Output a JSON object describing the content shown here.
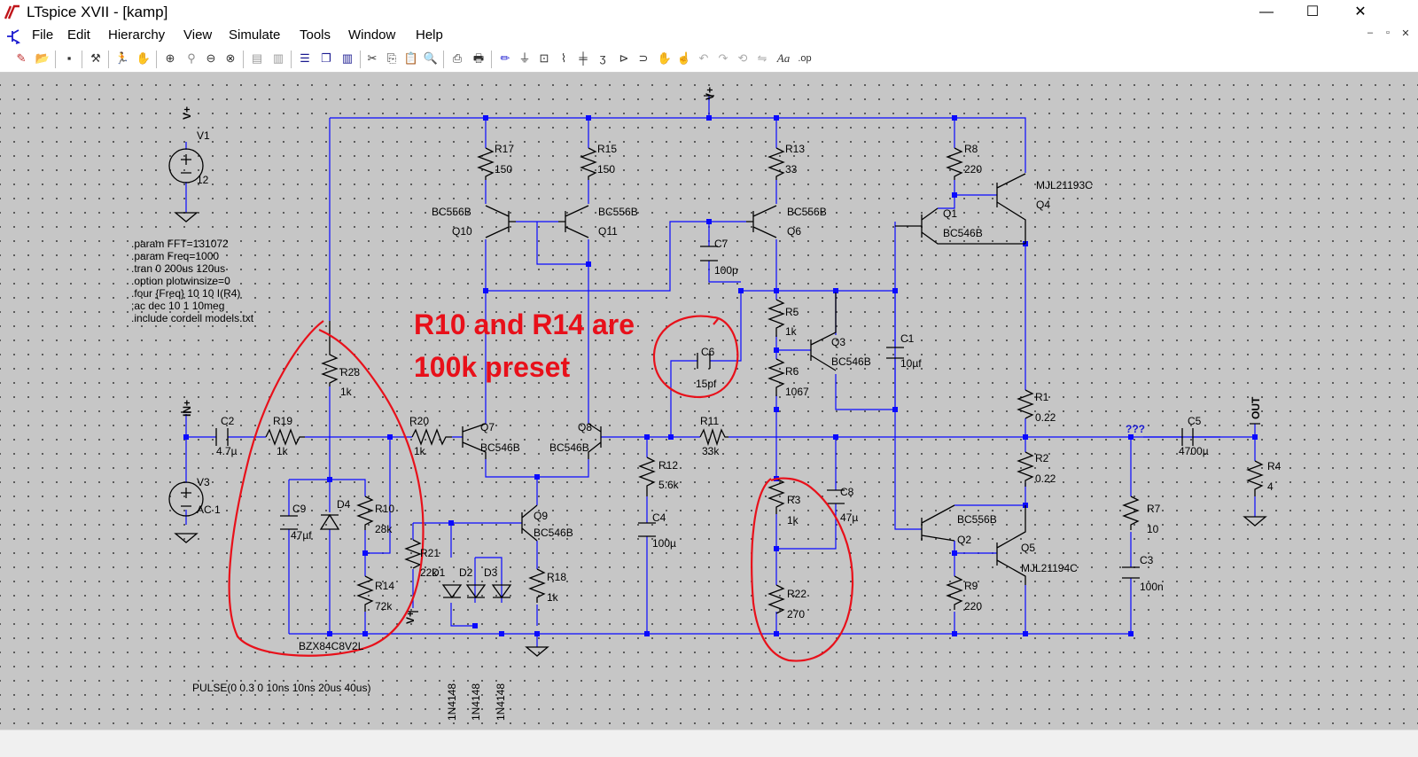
{
  "window": {
    "title": "LTspice XVII - [kamp]",
    "controls": {
      "minimize": "—",
      "maximize": "☐",
      "close": "✕"
    }
  },
  "menu": [
    "File",
    "Edit",
    "Hierarchy",
    "View",
    "Simulate",
    "Tools",
    "Window",
    "Help"
  ],
  "toolbar_icons": [
    "new-schematic-icon",
    "open-icon",
    "save-icon",
    "control-panel-icon",
    "run-icon",
    "halt-icon",
    "zoom-in-icon",
    "zoom-pan-icon",
    "zoom-out-icon",
    "zoom-fit-icon",
    "autorange-icon",
    "waveform-icon",
    "tile-horizontal-icon",
    "cascade-icon",
    "tile-vertical-icon",
    "cut-icon",
    "copy-icon",
    "paste-icon",
    "find-icon",
    "print-setup-icon",
    "print-icon",
    "draw-wire-icon",
    "ground-icon",
    "label-net-icon",
    "resistor-icon",
    "capacitor-icon",
    "inductor-icon",
    "diode-icon",
    "component-icon",
    "move-icon",
    "drag-icon",
    "undo-icon",
    "redo-icon",
    "rotate-icon",
    "mirror-icon",
    "text-icon",
    "spice-directive-icon"
  ],
  "schematic": {
    "colors": {
      "wire": "#0a0aff",
      "component": "#000000",
      "annotation": "#e8101a",
      "canvas": "#c6c6c6"
    },
    "directives": [
      ".param FFT=131072",
      ".param Freq=1000",
      ".tran 0 200us 120us",
      ".option plotwinsize=0",
      ".four {Freq} 10 10 I(R4)",
      ";ac dec 10 1 10meg",
      " .include cordell models.txt"
    ],
    "pulse_label": "PULSE(0 0.3 0 10ns 10ns 20us 40us)",
    "annotation_text": [
      "R10 and R14 are",
      "100k preset"
    ],
    "net_labels": {
      "vplus": "V+",
      "in": "IN+",
      "out": "OUT",
      "unknown": "???"
    },
    "sources": [
      {
        "name": "V1",
        "value": "12"
      },
      {
        "name": "V3",
        "value": "AC 1"
      }
    ],
    "resistors": [
      {
        "name": "R17",
        "value": "150"
      },
      {
        "name": "R15",
        "value": "150"
      },
      {
        "name": "R13",
        "value": "33"
      },
      {
        "name": "R8",
        "value": "220"
      },
      {
        "name": "R5",
        "value": "1k"
      },
      {
        "name": "R6",
        "value": "1067"
      },
      {
        "name": "R28",
        "value": "1k"
      },
      {
        "name": "R19",
        "value": "1k"
      },
      {
        "name": "R20",
        "value": "1k"
      },
      {
        "name": "R11",
        "value": "33k"
      },
      {
        "name": "R12",
        "value": "5.6k"
      },
      {
        "name": "R10",
        "value": "28k"
      },
      {
        "name": "R14",
        "value": "72k"
      },
      {
        "name": "R21",
        "value": "22k"
      },
      {
        "name": "R18",
        "value": "1k"
      },
      {
        "name": "R3",
        "value": "1k"
      },
      {
        "name": "R22",
        "value": "270"
      },
      {
        "name": "R1",
        "value": "0.22"
      },
      {
        "name": "R2",
        "value": "0.22"
      },
      {
        "name": "R9",
        "value": "220"
      },
      {
        "name": "R7",
        "value": "10"
      },
      {
        "name": "R4",
        "value": "4"
      }
    ],
    "capacitors": [
      {
        "name": "C7",
        "value": "100p"
      },
      {
        "name": "C6",
        "value": "15pf"
      },
      {
        "name": "C1",
        "value": "10µf"
      },
      {
        "name": "C2",
        "value": "4.7µ"
      },
      {
        "name": "C9",
        "value": "47µf"
      },
      {
        "name": "C4",
        "value": "100µ"
      },
      {
        "name": "C8",
        "value": "47µ"
      },
      {
        "name": "C5",
        "value": "4700µ"
      },
      {
        "name": "C3",
        "value": "100n"
      }
    ],
    "transistors": [
      {
        "name": "Q10",
        "model": "BC556B"
      },
      {
        "name": "Q11",
        "model": "BC556B"
      },
      {
        "name": "Q6",
        "model": "BC556B"
      },
      {
        "name": "Q1",
        "model": "BC546B"
      },
      {
        "name": "Q4",
        "model": "MJL21193C"
      },
      {
        "name": "Q3",
        "model": "BC546B"
      },
      {
        "name": "Q7",
        "model": "BC546B"
      },
      {
        "name": "Q8",
        "model": "BC546B"
      },
      {
        "name": "Q9",
        "model": "BC546B"
      },
      {
        "name": "Q2",
        "model": "BC556B"
      },
      {
        "name": "Q5",
        "model": "MJL21194C"
      }
    ],
    "diodes": [
      {
        "name": "D4",
        "model": "BZX84C8V2L"
      },
      {
        "name": "D1",
        "model": "1N4148"
      },
      {
        "name": "D2",
        "model": "1N4148"
      },
      {
        "name": "D3",
        "model": "1N4148"
      }
    ]
  }
}
